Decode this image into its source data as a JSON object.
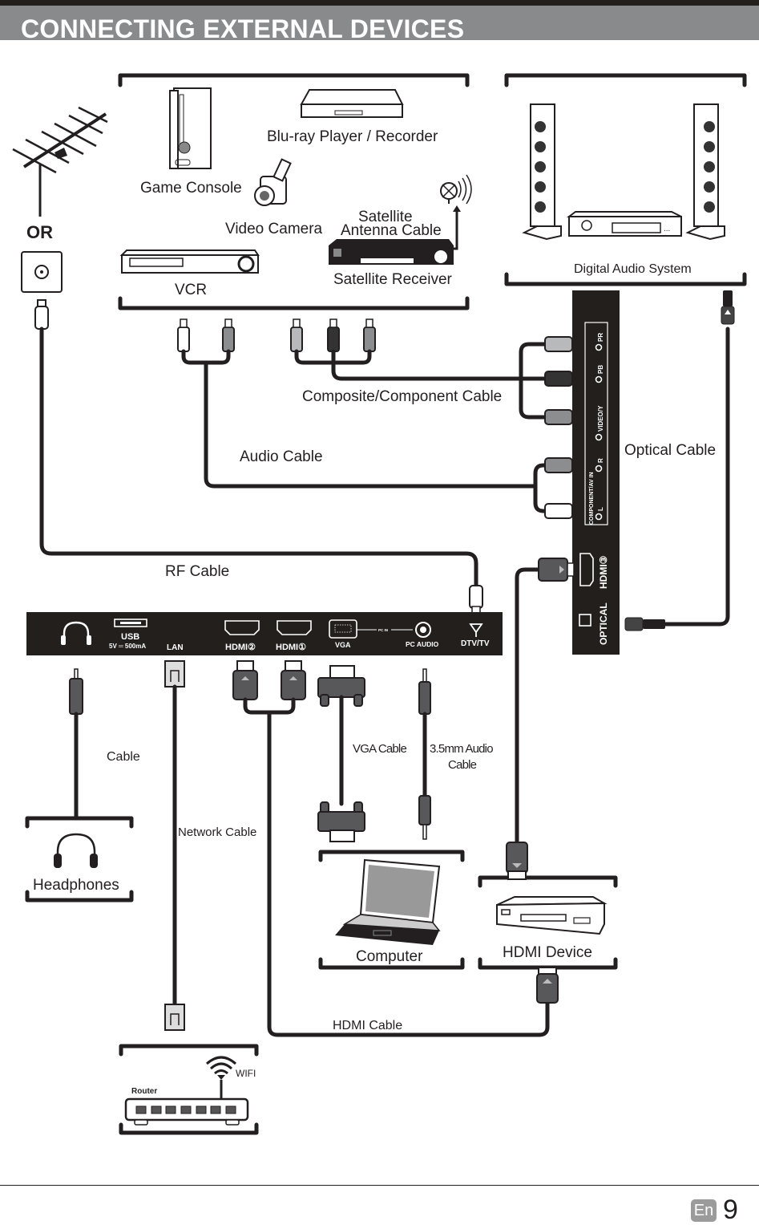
{
  "header": {
    "title": "CONNECTING EXTERNAL DEVICES"
  },
  "devices_group": {
    "blu_ray": "Blu-ray Player / Recorder",
    "game_console": "Game Console",
    "video_camera": "Video Camera",
    "satellite_antenna_line1": "Satellite",
    "satellite_antenna_line2": "Antenna Cable",
    "satellite_receiver": "Satellite Receiver",
    "vcr": "VCR"
  },
  "audio_group": {
    "label": "Digital Audio System"
  },
  "antenna": {
    "or_label": "OR"
  },
  "cables": {
    "composite_component": "Composite/Component Cable",
    "audio": "Audio Cable",
    "optical": "Optical Cable",
    "rf": "RF Cable",
    "headphone_cable": "Cable",
    "vga": "VGA Cable",
    "audio_35_line1": "3.5mm Audio",
    "audio_35_line2": "Cable",
    "network": "Network Cable",
    "hdmi": "HDMI Cable"
  },
  "side_panel": {
    "group_label": "COMPONENT/AV IN",
    "ports": [
      "PR",
      "PB",
      "VIDEO/Y",
      "R",
      "L"
    ],
    "hdmi3": "HDMI③",
    "optical": "OPTICAL"
  },
  "bottom_panel": {
    "usb": "USB",
    "usb_rating": "5V ═ 500mA",
    "lan": "LAN",
    "hdmi2": "HDMI②",
    "hdmi1": "HDMI①",
    "vga": "VGA",
    "pc_in": "PC IN",
    "pc_audio": "PC  AUDIO",
    "dtv_tv": "DTV/TV"
  },
  "bottom_devices": {
    "headphones": "Headphones",
    "computer": "Computer",
    "hdmi_device": "HDMI Device",
    "router": "Router",
    "wifi": "WIFI"
  },
  "footer": {
    "language": "En",
    "page_number": "9"
  },
  "colors": {
    "title_band": "#898a8c",
    "panel": "#231f1c",
    "cable": "#231f20",
    "plug_dark_gray": "#58585a",
    "plug_light_gray": "#b7b9bb",
    "plug_mid_gray": "#8c8d8f"
  }
}
